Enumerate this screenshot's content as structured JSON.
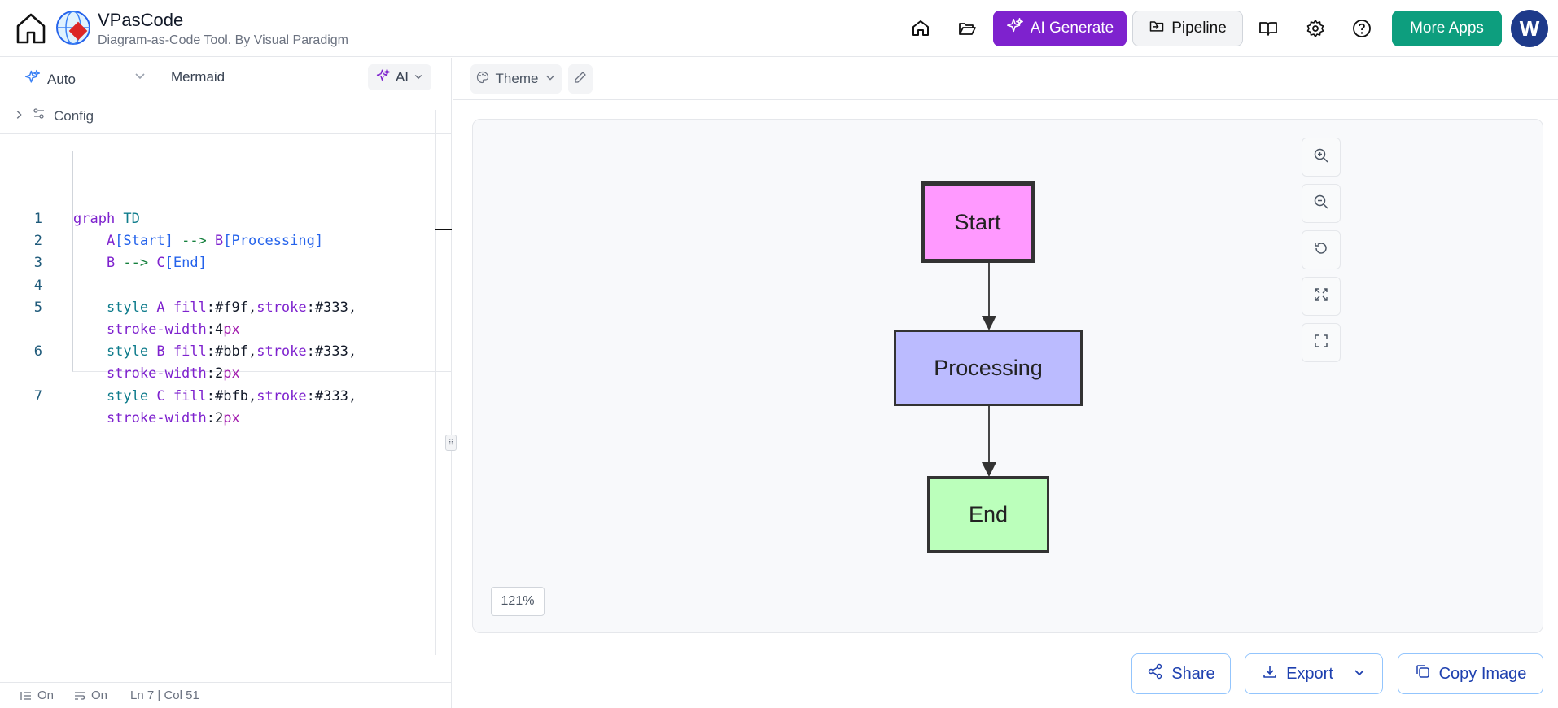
{
  "header": {
    "app_title": "VPasCode",
    "app_subtitle": "Diagram-as-Code Tool. By Visual Paradigm",
    "ai_generate_label": "AI Generate",
    "pipeline_label": "Pipeline",
    "more_apps_label": "More Apps",
    "avatar_initial": "W",
    "accent_purple": "#7e22ce",
    "accent_green": "#0d9e7e"
  },
  "editor": {
    "mode_label": "Auto",
    "language_label": "Mermaid",
    "ai_label": "AI",
    "config_label": "Config",
    "lines": [
      {
        "no": "1",
        "parts": [
          [
            "kw",
            "graph"
          ],
          [
            "tx",
            " TD"
          ]
        ]
      },
      {
        "no": "2",
        "parts": [
          [
            "nd",
            "    A"
          ],
          [
            "br",
            "[Start]"
          ],
          [
            "ar",
            " -->"
          ],
          [
            "nd",
            " B"
          ],
          [
            "br",
            "[Processing]"
          ]
        ]
      },
      {
        "no": "3",
        "parts": [
          [
            "nd",
            "    B"
          ],
          [
            "ar",
            " -->"
          ],
          [
            "nd",
            " C"
          ],
          [
            "br",
            "[End]"
          ]
        ]
      },
      {
        "no": "4",
        "parts": []
      },
      {
        "no": "5",
        "parts": [
          [
            "tx",
            "    style"
          ],
          [
            "nd",
            " A"
          ],
          [
            "kw",
            " fill"
          ],
          [
            "val",
            ":#f9f,"
          ],
          [
            "kw",
            "stroke"
          ],
          [
            "val",
            ":#333,"
          ]
        ]
      },
      {
        "no": "",
        "parts": [
          [
            "kw",
            "    stroke-width"
          ],
          [
            "val",
            ":4"
          ],
          [
            "px",
            "px"
          ]
        ]
      },
      {
        "no": "6",
        "parts": [
          [
            "tx",
            "    style"
          ],
          [
            "nd",
            " B"
          ],
          [
            "kw",
            " fill"
          ],
          [
            "val",
            ":#bbf,"
          ],
          [
            "kw",
            "stroke"
          ],
          [
            "val",
            ":#333,"
          ]
        ]
      },
      {
        "no": "",
        "parts": [
          [
            "kw",
            "    stroke-width"
          ],
          [
            "val",
            ":2"
          ],
          [
            "px",
            "px"
          ]
        ]
      },
      {
        "no": "7",
        "parts": [
          [
            "tx",
            "    style"
          ],
          [
            "nd",
            " C"
          ],
          [
            "kw",
            " fill"
          ],
          [
            "val",
            ":#bfb,"
          ],
          [
            "kw",
            "stroke"
          ],
          [
            "val",
            ":#333,"
          ]
        ]
      },
      {
        "no": "",
        "parts": [
          [
            "kw",
            "    stroke-width"
          ],
          [
            "val",
            ":2"
          ],
          [
            "px",
            "px"
          ]
        ]
      }
    ]
  },
  "status": {
    "line_numbers": "On",
    "word_wrap": "On",
    "cursor": "Ln 7 | Col 51"
  },
  "preview": {
    "theme_label": "Theme",
    "zoom_level": "121%",
    "nodes": {
      "start": {
        "label": "Start",
        "fill": "#ff99ff",
        "stroke": "#333333"
      },
      "processing": {
        "label": "Processing",
        "fill": "#bbbbff",
        "stroke": "#333333"
      },
      "end": {
        "label": "End",
        "fill": "#bbffbb",
        "stroke": "#333333"
      }
    }
  },
  "actions": {
    "share_label": "Share",
    "export_label": "Export",
    "copy_image_label": "Copy Image"
  }
}
